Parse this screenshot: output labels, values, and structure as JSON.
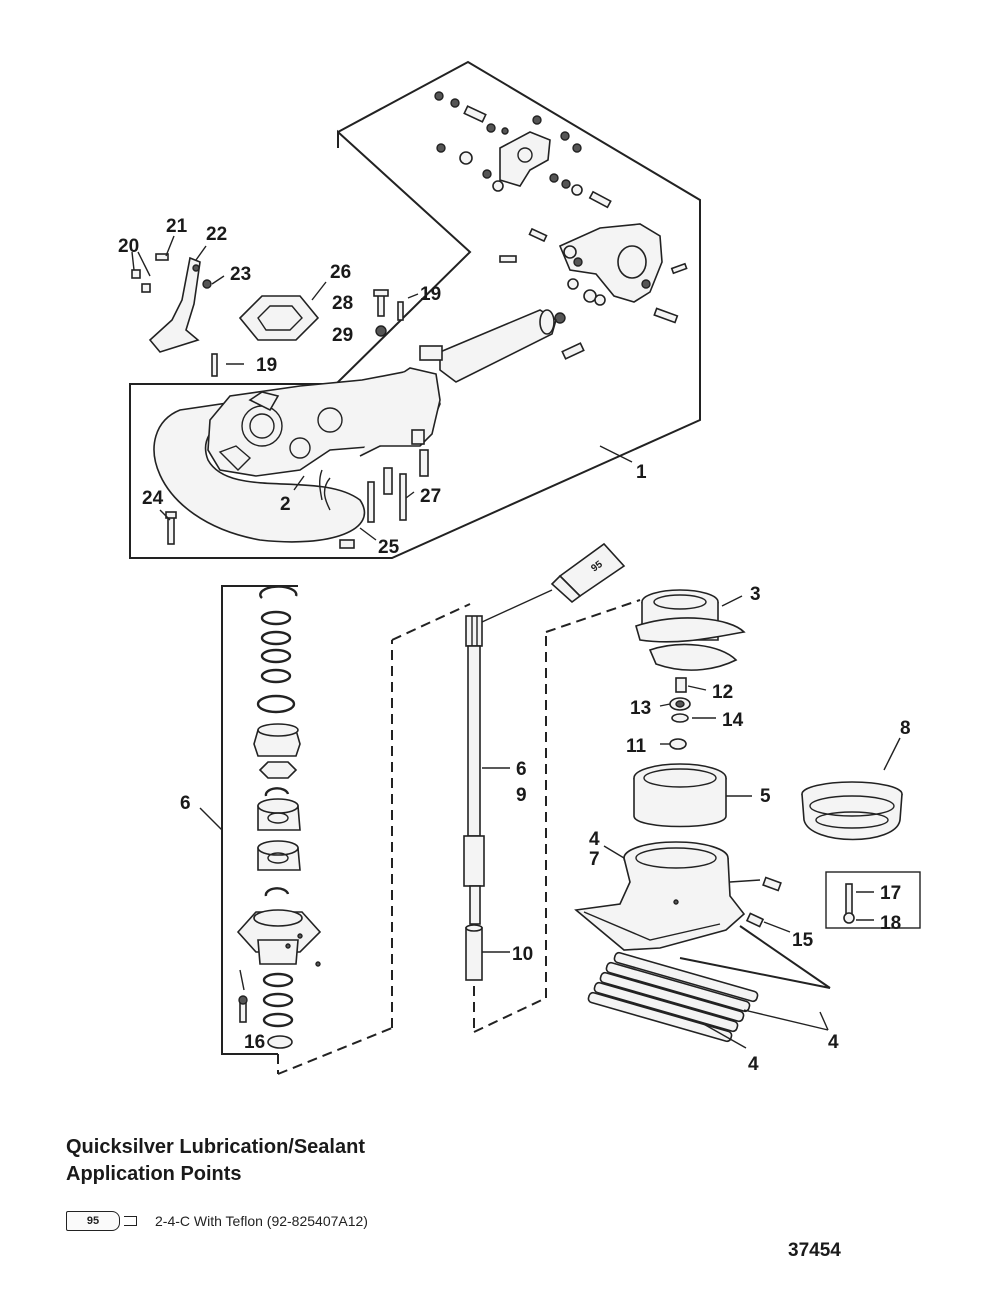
{
  "callouts": {
    "c1": "1",
    "c2": "2",
    "c3": "3",
    "c4a": "4",
    "c4b": "4",
    "c4c": "4",
    "c5": "5",
    "c6a": "6",
    "c6b": "6",
    "c7": "7",
    "c8": "8",
    "c9": "9",
    "c10": "10",
    "c11": "11",
    "c12": "12",
    "c13": "13",
    "c14": "14",
    "c15": "15",
    "c16": "16",
    "c17": "17",
    "c18": "18",
    "c19a": "19",
    "c19b": "19",
    "c20": "20",
    "c21": "21",
    "c22": "22",
    "c23": "23",
    "c24": "24",
    "c25": "25",
    "c26": "26",
    "c27": "27",
    "c28": "28",
    "c29": "29"
  },
  "tube_label": "95",
  "caption": {
    "line1": "Quicksilver Lubrication/Sealant",
    "line2": "Application Points"
  },
  "legend": {
    "tube_number": "95",
    "text": "2-4-C  With Teflon (92-825407A12)"
  },
  "figure_number": "37454"
}
